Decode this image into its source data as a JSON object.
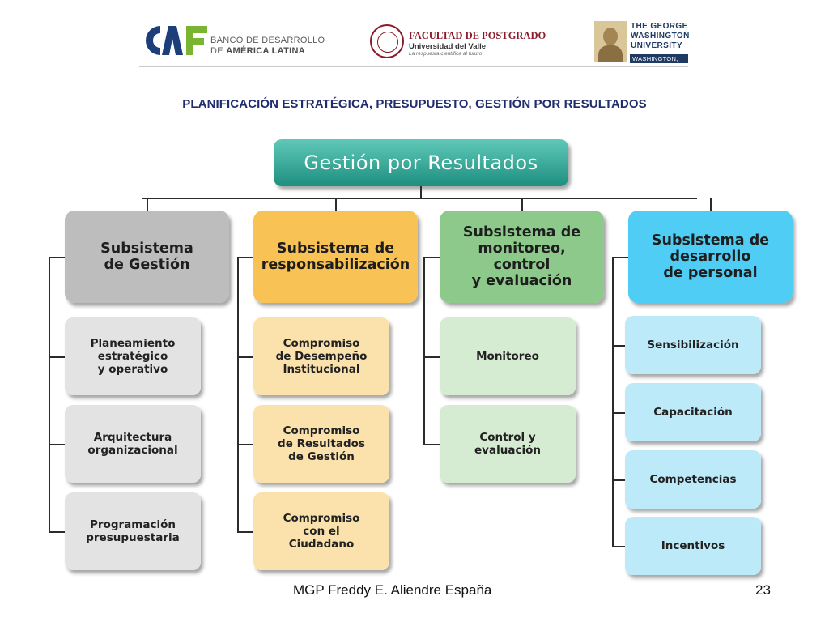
{
  "header": {
    "caf": {
      "brand": "CAF",
      "line1": "BANCO DE DESARROLLO",
      "line2_prefix": "DE ",
      "line2_bold": "AMÉRICA LATINA"
    },
    "facultad": {
      "name": "FACULTAD DE POSTGRADO",
      "university": "Universidad del Valle",
      "tagline": "La respuesta científica al futuro"
    },
    "gw": {
      "line1": "THE GEORGE",
      "line2": "WASHINGTON",
      "line3": "UNIVERSITY",
      "location": "WASHINGTON, DC"
    }
  },
  "title": "PLANIFICACIÓN ESTRATÉGICA, PRESUPUESTO, GESTIÓN POR RESULTADOS",
  "diagram": {
    "root": "Gestión  por Resultados",
    "columns": [
      {
        "head": [
          "Subsistema",
          "de Gestión"
        ],
        "color": "#bdbdbd",
        "items": [
          [
            "Planeamiento",
            "estratégico",
            "y operativo"
          ],
          [
            "Arquitectura",
            "organizacional"
          ],
          [
            "Programación",
            "presupuestaria"
          ]
        ],
        "item_color": "#e3e3e3"
      },
      {
        "head": [
          "Subsistema de",
          "responsabilización"
        ],
        "color": "#f9c254",
        "items": [
          [
            "Compromiso",
            "de Desempeño",
            "Institucional"
          ],
          [
            "Compromiso",
            "de Resultados",
            "de Gestión"
          ],
          [
            "Compromiso",
            "con el",
            "Ciudadano"
          ]
        ],
        "item_color": "#fbe2ad"
      },
      {
        "head": [
          "Subsistema de",
          "monitoreo,",
          "control",
          "y evaluación"
        ],
        "color": "#8cc98a",
        "items": [
          [
            "Monitoreo"
          ],
          [
            "Control y",
            "evaluación"
          ]
        ],
        "item_color": "#d6ecd2"
      },
      {
        "head": [
          "Subsistema de",
          "desarrollo",
          "de personal"
        ],
        "color": "#4fcdf4",
        "items": [
          [
            "Sensibilización"
          ],
          [
            "Capacitación"
          ],
          [
            "Competencias"
          ],
          [
            "Incentivos"
          ]
        ],
        "item_color": "#bdeaf8"
      }
    ]
  },
  "footer": {
    "author": "MGP Freddy E. Aliendre España",
    "page": "23"
  },
  "colors": {
    "title": "#1f2d6e",
    "root_top": "#5fc8b7",
    "root_bottom": "#1e8f80",
    "brand_blue": "#1c3f7a",
    "brand_green": "#79b531"
  }
}
